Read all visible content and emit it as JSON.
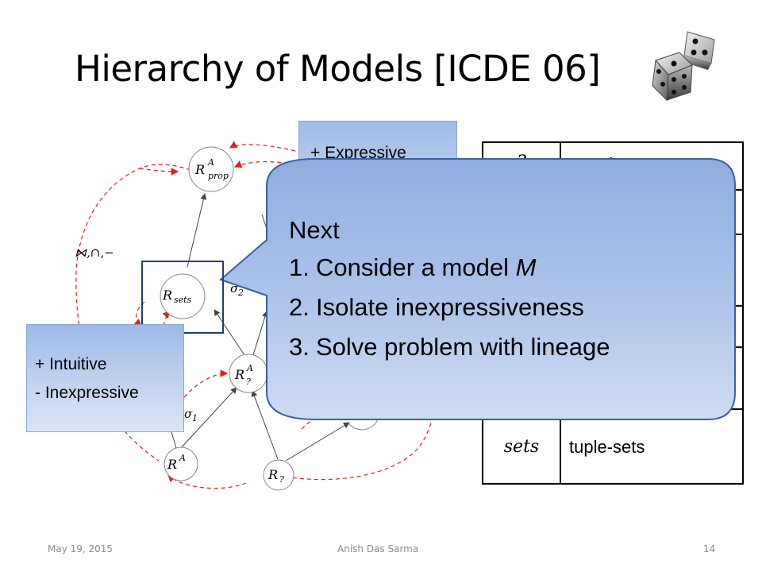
{
  "title": "Hierarchy of Models [ICDE 06]",
  "icons": {
    "dice": "dice-icon"
  },
  "diagram": {
    "nodes": [
      {
        "id": "prop",
        "symbol": "R",
        "sub": "prop",
        "sup": "A"
      },
      {
        "id": "sets",
        "symbol": "R",
        "sub": "sets",
        "sup": ""
      },
      {
        "id": "qA",
        "symbol": "R",
        "sub": "?",
        "sup": "A"
      },
      {
        "id": "A",
        "symbol": "R",
        "sub": "",
        "sup": "A"
      },
      {
        "id": "q",
        "symbol": "R",
        "sub": "?",
        "sup": ""
      }
    ],
    "operators": {
      "join_union_minus": "⋈,∩,−",
      "sigma2": "σ",
      "sigma2_sub": "2",
      "sigma1": "σ",
      "sigma1_sub": "1"
    },
    "colors": {
      "dashed_edge": "#e02020",
      "solid_edge": "#444444",
      "node_border": "#888888",
      "sets_box": "#1f3d7a"
    }
  },
  "expressive_box": {
    "text": "+ Expressive"
  },
  "intuitive_box": {
    "line1": "+ Intuitive",
    "line2": "- Inexpressive"
  },
  "table": {
    "rows": [
      {
        "model": "?",
        "desc": "e-tuples"
      },
      {
        "model": "sets",
        "desc": "tuple-sets"
      }
    ]
  },
  "callout": {
    "heading": "Next",
    "items": [
      {
        "num": "1.",
        "prefix": "Consider a model ",
        "emph": "M"
      },
      {
        "num": "2.",
        "prefix": "Isolate inexpressiveness",
        "emph": ""
      },
      {
        "num": "3.",
        "prefix": "Solve problem with lineage",
        "emph": ""
      }
    ],
    "fill_top": "#8eaee0",
    "fill_bottom": "#c8d6ef",
    "border": "#3e5f9c"
  },
  "footer": {
    "date": "May 19, 2015",
    "author": "Anish Das Sarma",
    "page": "14"
  }
}
